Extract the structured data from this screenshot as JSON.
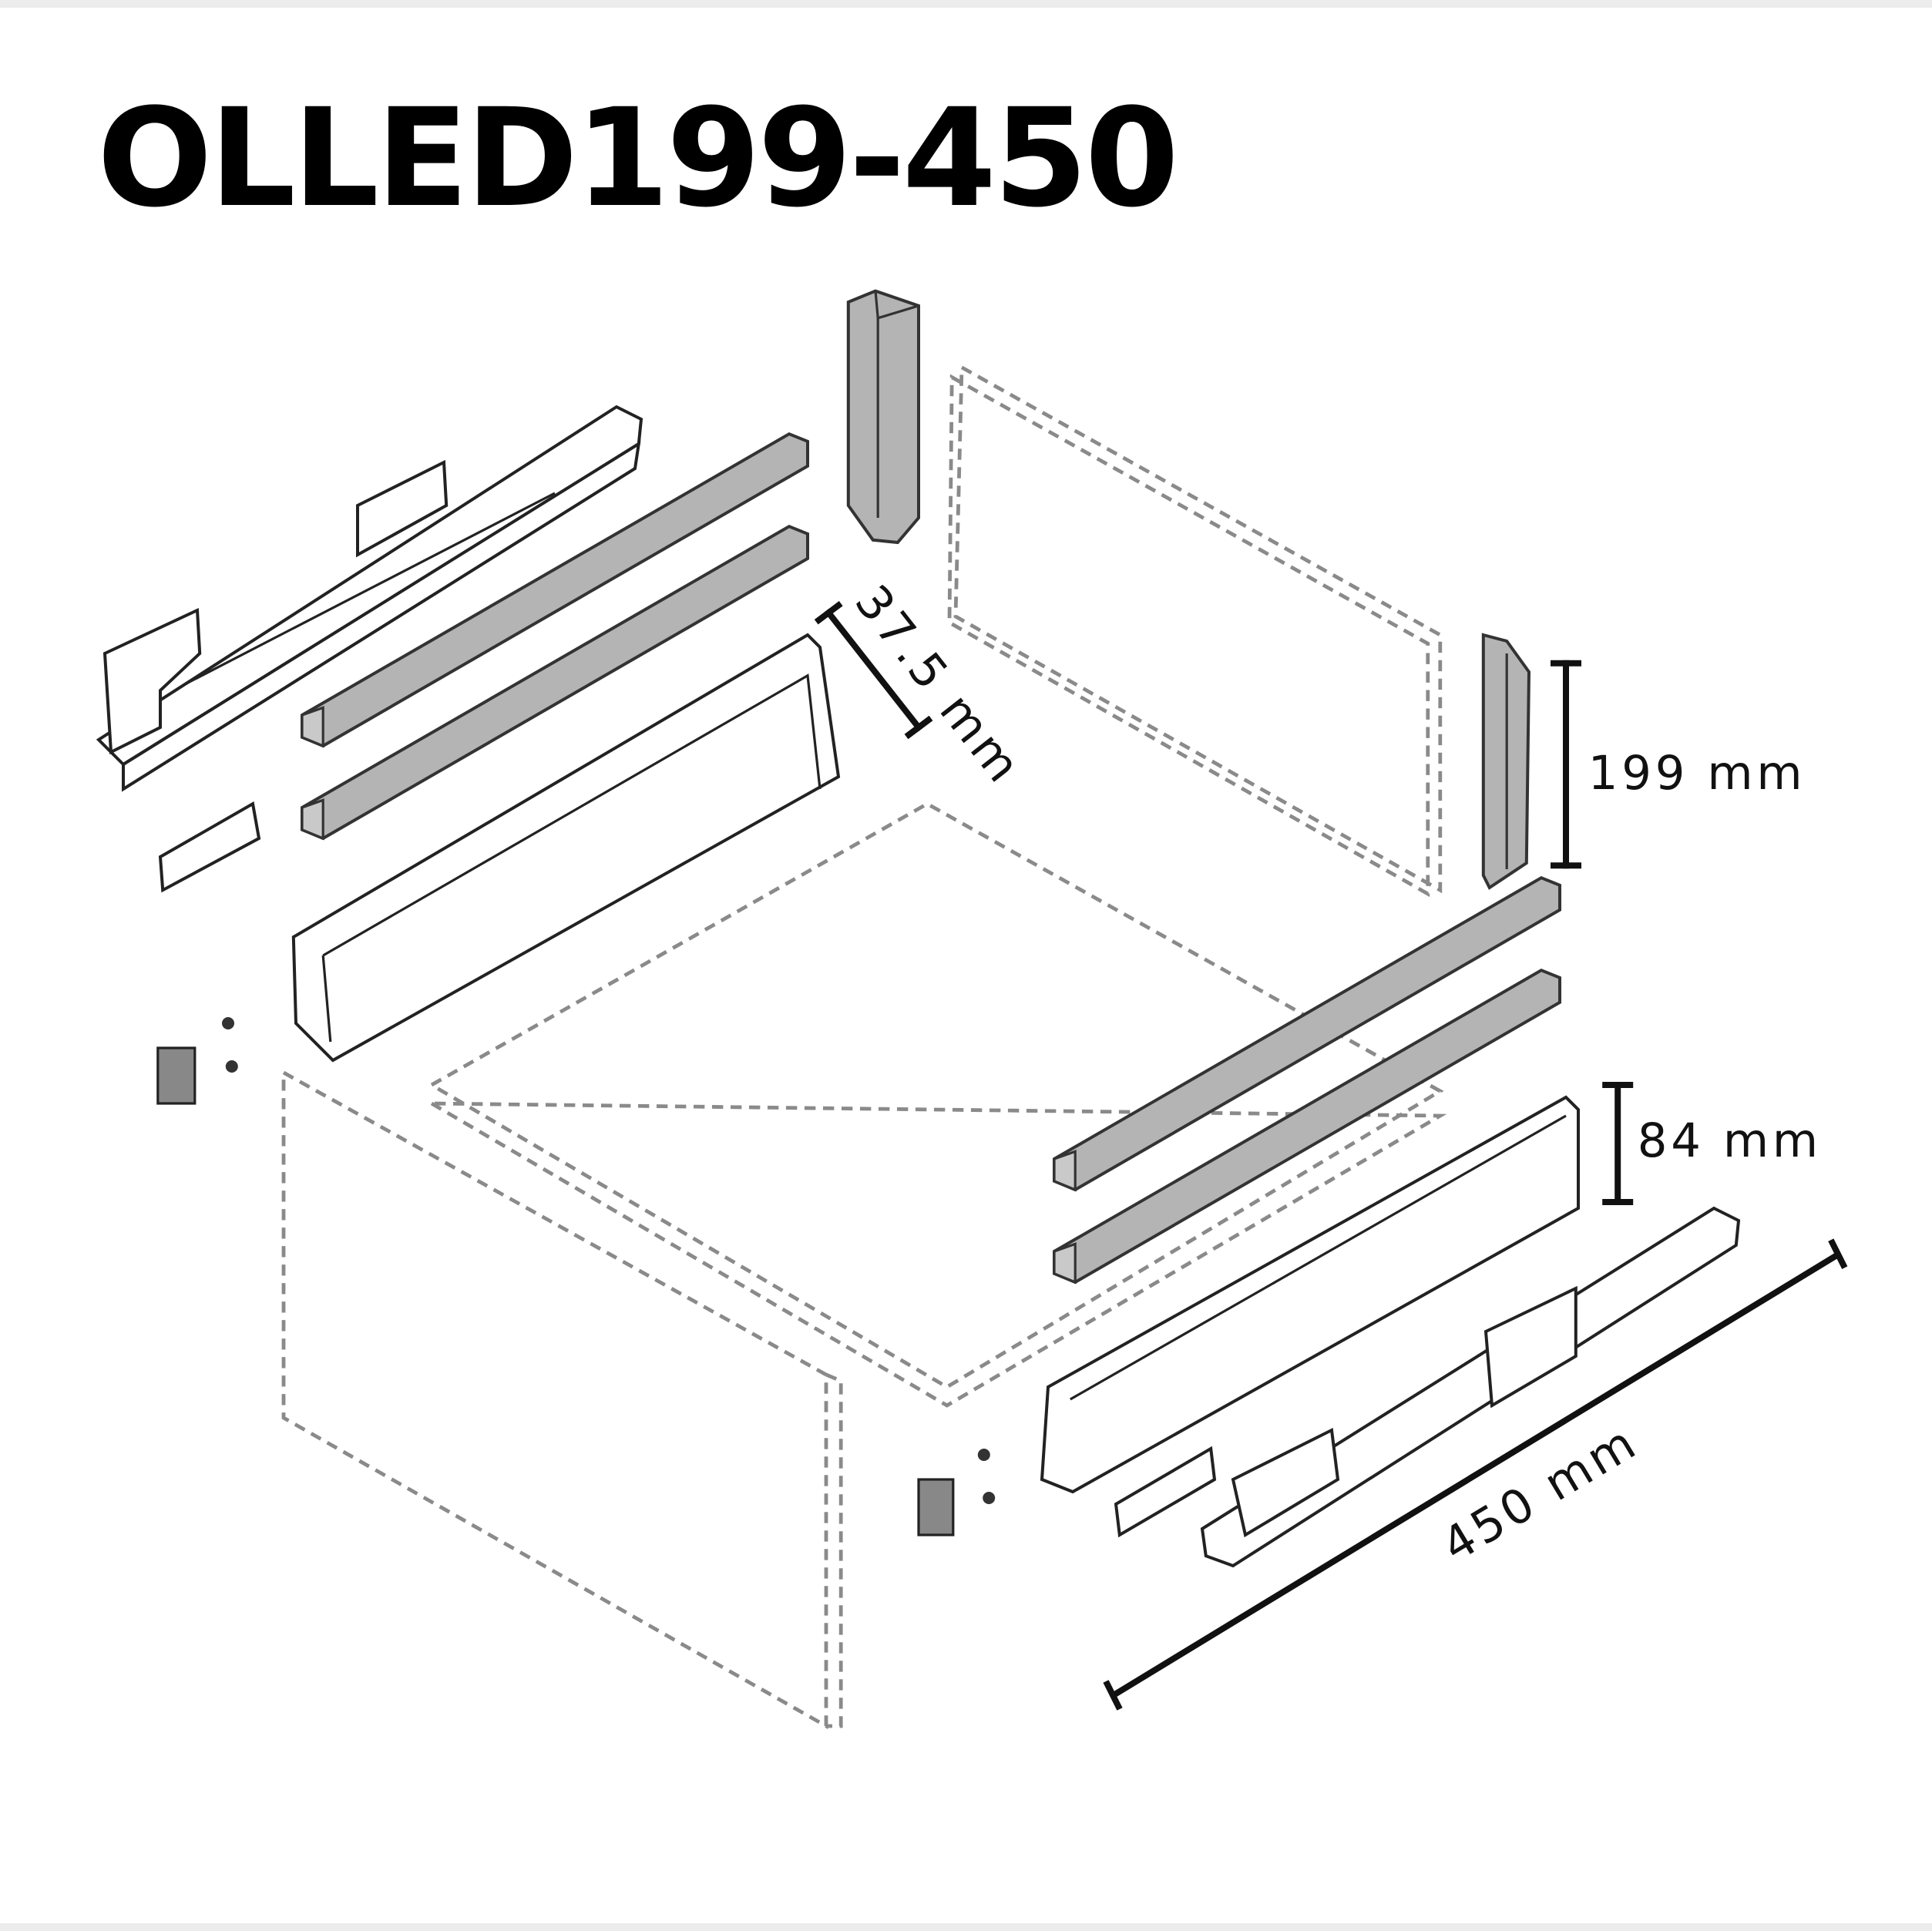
{
  "title": "OLLED199-450",
  "dimensions": {
    "rail_offset": "37.5 mm",
    "side_height": "199 mm",
    "front_height": "84 mm",
    "length": "450 mm"
  }
}
